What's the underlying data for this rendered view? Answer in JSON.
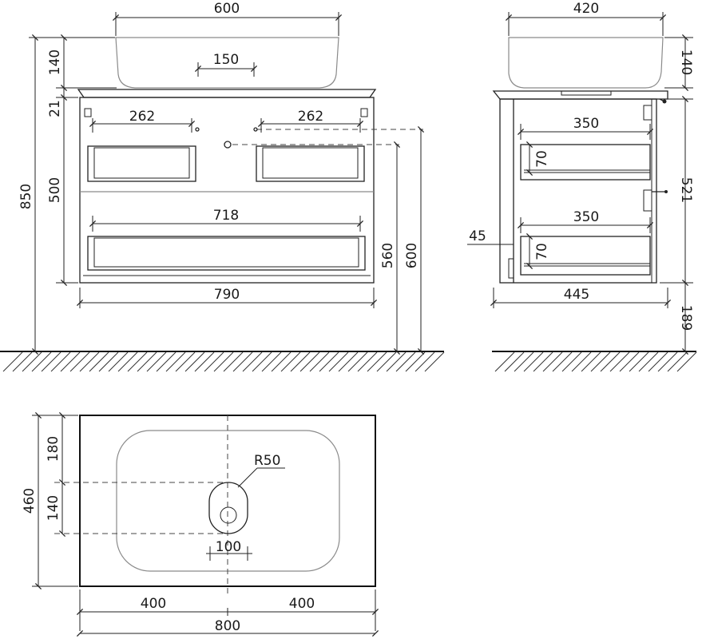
{
  "front_view": {
    "basin_width": "600",
    "basin_height": "140",
    "drain_offset": "150",
    "countertop_thickness": "21",
    "total_height": "850",
    "hole_left_distance": "262",
    "hole_right_distance": "262",
    "cabinet_height": "500",
    "bottom_drawer_width": "718",
    "cabinet_width": "790",
    "drain_height": "560",
    "mount_height": "600"
  },
  "side_view": {
    "basin_depth": "420",
    "basin_height": "140",
    "upper_drawer_depth": "350",
    "upper_drawer_height": "70",
    "lower_drawer_depth": "350",
    "lower_drawer_height": "70",
    "back_offset": "45",
    "cabinet_depth": "445",
    "cabinet_height": "521",
    "floor_clearance": "189"
  },
  "top_view": {
    "basin_back_offset": "180",
    "total_depth": "460",
    "drain_spacing": "140",
    "drain_radius": "R50",
    "drain_width": "100",
    "left_half": "400",
    "right_half": "400",
    "total_width": "800"
  }
}
